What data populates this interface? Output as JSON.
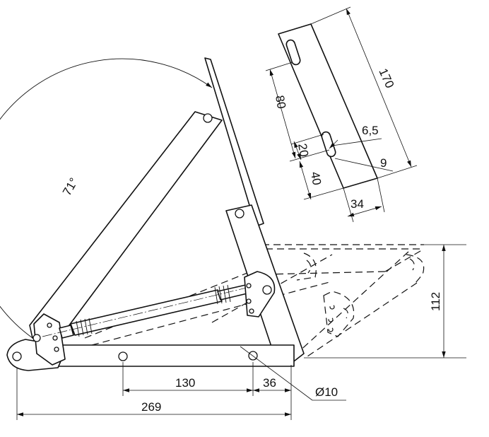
{
  "dimensions": {
    "angle": "71°",
    "base_total": "269",
    "base_span": "130",
    "base_end": "36",
    "hole_diameter": "Ø10",
    "height": "112",
    "plate_length": "170",
    "slot_spacing": "80",
    "slot_width": "6,5",
    "slot_length": "20",
    "slot_edge_offset": "9",
    "slot_bottom_offset": "40",
    "plate_width": "34"
  }
}
